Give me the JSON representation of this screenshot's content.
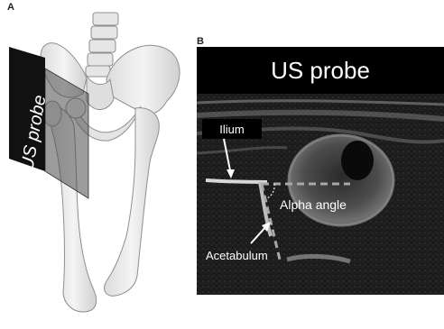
{
  "panel_a": {
    "label": "A",
    "probe_label": "US probe"
  },
  "panel_b": {
    "label": "B",
    "header": "US probe",
    "annotations": {
      "ilium": "Ilium",
      "alpha_angle": "Alpha angle",
      "acetabulum": "Acetabulum"
    }
  },
  "colors": {
    "bone": "#ececec",
    "bone_outline": "#9a9a9a",
    "probe": "#111111",
    "ultrasound_bg": "#000000",
    "tissue": "#5a5a5a",
    "dashed_line": "#9c9c9c"
  }
}
